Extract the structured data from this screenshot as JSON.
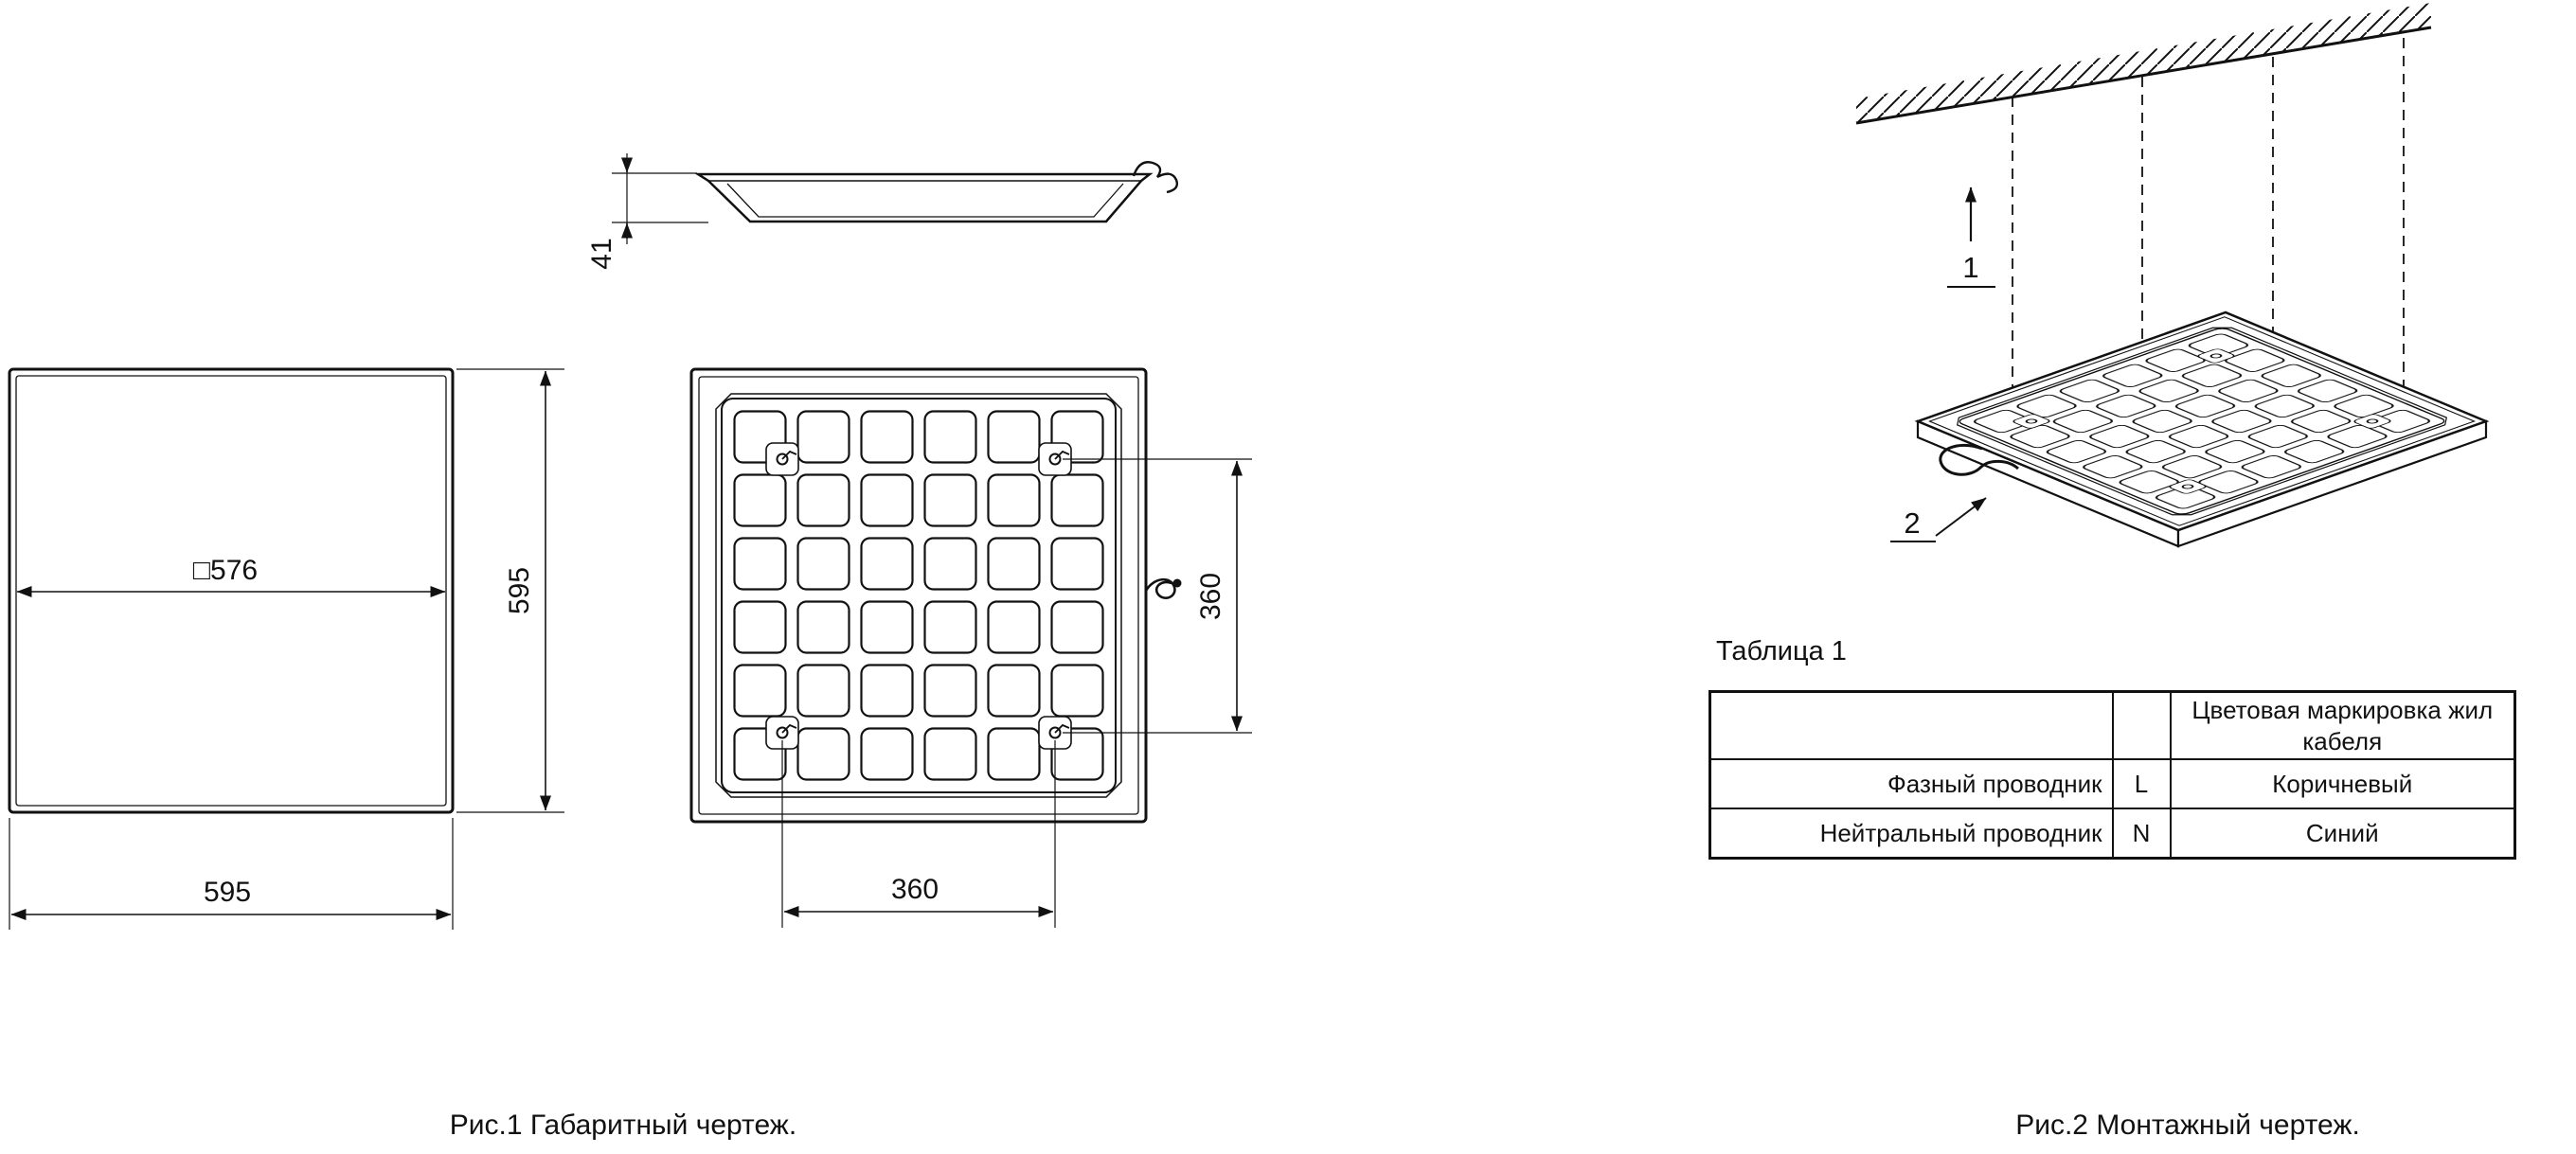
{
  "colors": {
    "ink": "#111111",
    "bg": "#ffffff"
  },
  "figure1": {
    "caption": "Рис.1 Габаритный чертеж.",
    "front": {
      "inner_size": "□576",
      "height": "595",
      "width": "595"
    },
    "profile": {
      "height": "41"
    },
    "back": {
      "hole_spacing_v": "360",
      "hole_spacing_h": "360"
    }
  },
  "figure2": {
    "caption": "Рис.2 Монтажный чертеж.",
    "callout_ceiling": "1",
    "callout_wire": "2"
  },
  "table": {
    "title": "Таблица 1",
    "col_header": "Цветовая маркировка жил кабеля",
    "rows": [
      {
        "name": "Фазный проводник",
        "code": "L",
        "color": "Коричневый"
      },
      {
        "name": "Нейтральный проводник",
        "code": "N",
        "color": "Синий"
      }
    ]
  }
}
